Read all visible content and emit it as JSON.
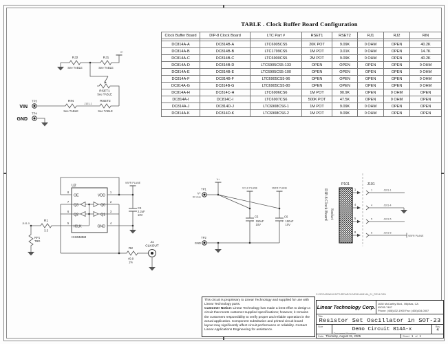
{
  "table": {
    "title": "TABLE . Clock Buffer Board Configuration",
    "columns": [
      "Clock Buffer Board",
      "DIP-8 Clock Board",
      "LTC Part #",
      "RSET1",
      "RSET2",
      "RJ1",
      "RJ2",
      "RIN"
    ],
    "rows": [
      [
        "DC814A-A",
        "DC814B-A",
        "LTC6905CS5",
        "20K POT",
        "9.09K",
        "0 OHM",
        "OPEN",
        "40.2K"
      ],
      [
        "DC814A-B",
        "DC814B-B",
        "LTC1799CS5",
        "1M POT",
        "3.01K",
        "0 OHM",
        "OPEN",
        "14.7K"
      ],
      [
        "DC814A-C",
        "DC814B-C",
        "LTC6900CS5",
        "2M POT",
        "9.09K",
        "0 OHM",
        "OPEN",
        "40.2K"
      ],
      [
        "DC814A-D",
        "DC814B-D",
        "LTC6905CS5-133",
        "OPEN",
        "OPEN",
        "OPEN",
        "OPEN",
        "0 OHM"
      ],
      [
        "DC814A-E",
        "DC814B-E",
        "LTC6905CS5-100",
        "OPEN",
        "OPEN",
        "OPEN",
        "OPEN",
        "0 OHM"
      ],
      [
        "DC814A-F",
        "DC814B-F",
        "LTC6905CS5-96",
        "OPEN",
        "OPEN",
        "OPEN",
        "OPEN",
        "0 OHM"
      ],
      [
        "DC814A-G",
        "DC814B-G",
        "LTC6905CS5-80",
        "OPEN",
        "OPEN",
        "OPEN",
        "OPEN",
        "0 OHM"
      ],
      [
        "DC814A-H",
        "DC814C-H",
        "LTC6906CS6",
        "1M POT",
        "90.9K",
        "OPEN",
        "0 OHM",
        "OPEN"
      ],
      [
        "DC814A-I",
        "DC814C-I",
        "LTC6907CS6",
        "500K POT",
        "47.5K",
        "OPEN",
        "0 OHM",
        "OPEN"
      ],
      [
        "DC814A-J",
        "DC814D-J",
        "LTC6908CS6-1",
        "1M POT",
        "9.09K",
        "0 OHM",
        "OPEN",
        "OPEN"
      ],
      [
        "DC814A-K",
        "DC814D-K",
        "LTC6908CS6-2",
        "1M POT",
        "9.09K",
        "0 OHM",
        "OPEN",
        "OPEN"
      ]
    ]
  },
  "sch_top": {
    "rj2": "RJ2",
    "rj1": "RJ1",
    "rset1": "RSET1",
    "rset2": "RSET2",
    "rin": "RIN",
    "see_table": "See TABLE",
    "vplus": "V+",
    "vin": "VIN",
    "gnd": "GND",
    "tp3": "TP3",
    "tp4": "TP4",
    "net_j101_1": "J101-1"
  },
  "sch_ic": {
    "u2": "U2",
    "part": "ICS553MI",
    "pin_oe": "OE",
    "pin_q3": "Q3",
    "pin_q2": "Q2",
    "pin_iclk": "ICLK",
    "pin_vdd": "VDD",
    "pin_q0": "Q0",
    "pin_q1": "Q1",
    "pin_gnd": "GND",
    "n8": "8",
    "n7": "7",
    "n6": "6",
    "n5": "5",
    "n1": "1",
    "n2": "2",
    "n3": "3",
    "n4": "4",
    "r1": "R1",
    "r1_val": "3.3",
    "rp1": "RP1",
    "rp1_val": "TBD",
    "net_j101_5": "J101-5",
    "c3": "C3",
    "c3_val": "2.2uF",
    "c3_v": "10V",
    "vbfr_plane": "VBFR PLANE",
    "r2": "R2",
    "r2_val": "49.9",
    "r2_tol": "1%",
    "j1": "J1",
    "j1_name": "CLKOUT"
  },
  "sch_pwr": {
    "tp1": "TP1",
    "tp2": "TP2",
    "vplus": "V+",
    "vmax": "6V max",
    "vplus_rail": "V+",
    "gnd": "GND",
    "vclk_plane": "VCLK PLANE",
    "vbfr_plane": "VBFR PLANE",
    "c5": "C5",
    "c6": "C6",
    "cap_val": "150uF",
    "cap_v": "10V",
    "plus": "+"
  },
  "sch_socket": {
    "label_line1": "DIP-8 Clock Board",
    "label_line2": "Socket",
    "p101": "P101",
    "j101": "J101",
    "pins": [
      "1",
      "4",
      "5",
      "8"
    ],
    "nets": [
      "J101-1",
      "J101-4",
      "J101-5",
      "J101-8"
    ],
    "vbfr_plane": "VBFR PLANE"
  },
  "disclaimer": {
    "line1": "This circuit is proprietary to Linear Technology and supplied for use with Linear Technology parts.",
    "notice_label": "Customer Notice:",
    "notice": "Linear Technology has made a best effort to design a circuit that meets customer-supplied specifications; however, it remains the customers responsibility to verify proper and reliable operation in the actual application. Component substitution and printed circuit board layout may significantly affect circuit performance or reliability. Contact Linear Applications Engineering for assistance."
  },
  "title_block": {
    "path": "C:\\ORCADWIN\\CAPTURE\\ARCHIVE\\814A\\814A_01_REV4.DSN",
    "company": "Linear Technology Corp.",
    "addr1": "1630 McCarthy Blvd., Milpitas, CA",
    "addr2": "95035-7487",
    "addr3": "Phone: (408)432-1900 Fax: (408)434-0507",
    "title_label": "Title",
    "title": "Resistor Set Oscillator in SOT-23",
    "size_label": "Size",
    "doc_label": "Document Number",
    "doc_number": "Demo Circuit 814A-x",
    "rev_label": "Rev",
    "rev": "4",
    "date_label": "Date:",
    "date": "Thursday, August 01, 2005",
    "sheet_label": "Sheet",
    "sheet": "1",
    "of_label": "of",
    "total": "1"
  }
}
